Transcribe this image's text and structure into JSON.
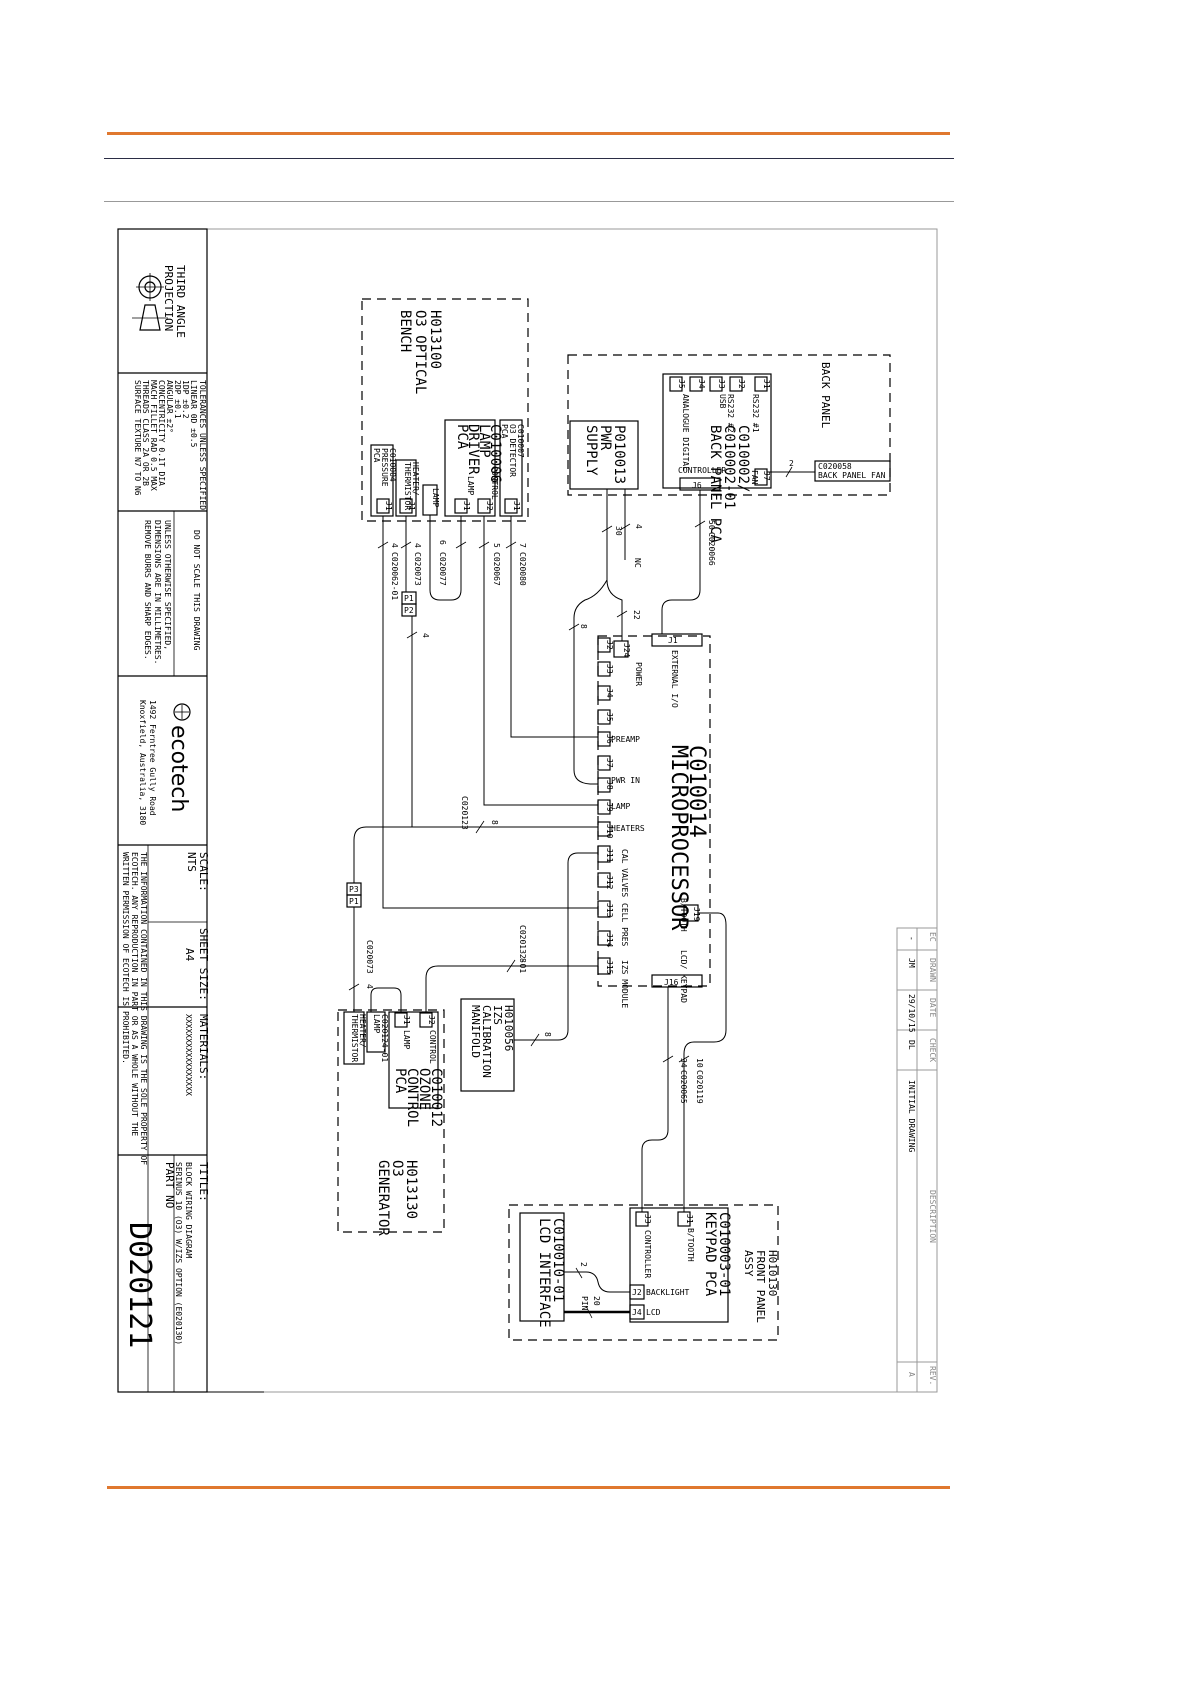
{
  "header": {
    "accent_color": "#e0782f",
    "rule_color": "#2b2d45"
  },
  "footer": {
    "accent_color": "#e0782f"
  },
  "title_block": {
    "projection": [
      "THIRD ANGLE",
      "PROJECTION"
    ],
    "tolerances": [
      "TOLERANCES UNLESS SPECIFIED",
      "LINEAR 0D ±0.5",
      "1DP ±0.2",
      "2DP ±0.1",
      "ANGULAR ±2°",
      "CONCENTRICITY 0.1T DIA",
      "MACH FILLET RAD 0.5 MAX",
      "THREADS CLASS 2A OR 2B",
      "SURFACE TEXTURE N7 TO N6"
    ],
    "do_not_scale": "DO NOT SCALE THIS DRAWING",
    "notes": [
      "UNLESS OTHERWISE SPECIFIED,",
      "DIMENSIONS ARE IN MILLIMETRES.",
      "REMOVE BURRS AND SHARP EDGES."
    ],
    "company": "ecotech",
    "address": [
      "1492 Ferntree Gully Road",
      "Knoxfield, Australia, 3180"
    ],
    "scale_label": "SCALE:",
    "scale_value": "NTS",
    "sheet_label": "SHEET SIZE:",
    "sheet_value": "A4",
    "materials_label": "MATERIALS:",
    "materials_value": "XXXXXXXXXXXXXXXXX",
    "title_label": "TITLE:",
    "title_lines": [
      "BLOCK WIRING DIAGRAM",
      "SERINUS 10 (O3) W/IZS OPTION (E020130)"
    ],
    "part_label": "PART NO",
    "part_no": "D020121",
    "confidential": [
      "THE INFORMATION CONTAINED IN THIS DRAWING IS THE SOLE PROPERTY OF",
      "ECOTECH. ANY REPRODUCTION IN PART OR AS A WHOLE WITHOUT THE",
      "WRITTEN PERMISSION OF ECOTECH IS PROHIBITED."
    ]
  },
  "revision_table": {
    "headers": [
      "EC",
      "DRAWN",
      "DATE",
      "CHECK",
      "DESCRIPTION",
      "REV."
    ],
    "row": [
      "-",
      "JM",
      "29/10/15",
      "DL",
      "INITIAL DRAWING",
      "A"
    ]
  },
  "blocks": {
    "optical_bench": [
      "H013100",
      "O3 OPTICAL",
      "BENCH"
    ],
    "detector": [
      "C010007",
      "O3 DETECTOR",
      "PCA"
    ],
    "lamp_driver": [
      "C010006",
      "LAMP",
      "DRIVER",
      "PCA"
    ],
    "pressure_pca": [
      "C010004",
      "PRESSURE",
      "PCA"
    ],
    "heater_thermistor": [
      "HEATER/",
      "THERMISTOR"
    ],
    "lamp": "LAMP",
    "psu": [
      "P010013",
      "PWR",
      "SUPPLY"
    ],
    "back_panel": "BACK PANEL",
    "back_panel_pca": [
      "C010002/",
      "C010002-01",
      "BACK PANEL PCA"
    ],
    "back_panel_fan": [
      "C020058",
      "BACK PANEL FAN"
    ],
    "microprocessor": [
      "C010014",
      "MICROPROCESSOR"
    ],
    "izs_manifold": [
      "H010056",
      "IZS",
      "CALIBRATION",
      "MANIFOLD"
    ],
    "ozone_control": [
      "C010012",
      "OZONE",
      "CONTROL",
      "PCA"
    ],
    "o3_generator": [
      "H013130",
      "O3",
      "GENERATOR"
    ],
    "gen_heater": [
      "HEATER/",
      "THERMISTOR"
    ],
    "gen_lamp": [
      "C020124-01",
      "LAMP"
    ],
    "front_panel": [
      "H010130",
      "FRONT PANEL",
      "ASSY"
    ],
    "keypad_pca": [
      "C010003-01",
      "KEYPAD PCA"
    ],
    "lcd_interface": [
      "C010010-01",
      "LCD INTERFACE"
    ]
  },
  "connectors": {
    "bp_usb": "USB",
    "bp_rs232_1": "RS232 #1",
    "bp_rs232_2": "RS232 #2",
    "bp_analogue": "ANALOGUE DIGITAL",
    "bp_controller": "CONTROLLER",
    "bp_fan": "FAN",
    "bp_j6": "J6",
    "bp_j7": "J7",
    "mp_j1": "J1",
    "mp_ext": "EXTERNAL I/O",
    "mp_j24": "J24",
    "mp_power": "POWER",
    "mp_preamp": "PREAMP",
    "mp_pwrin": "PWR IN",
    "mp_lamp": "LAMP",
    "mp_heaters": "HEATERS",
    "mp_cal": "CAL VALVES",
    "mp_cell": "CELL PRES",
    "mp_izs": "IZS MODULE",
    "mp_j19": "J19",
    "mp_btooth": "B/TOOTH",
    "mp_lcd": "LCD/ KEYPAD",
    "mp_j16": "J16",
    "j_labels": [
      "J2",
      "J3",
      "J4",
      "J5",
      "J6",
      "J7",
      "J8",
      "J9",
      "J10",
      "J11",
      "J12",
      "J13",
      "J14",
      "J15"
    ],
    "det_control": "CONTROL",
    "det_lamp": "LAMP",
    "kp_controller": "CONTROLLER",
    "kp_btooth": "B/TOOTH",
    "kp_backlight": "BACKLIGHT",
    "kp_lcd": "LCD",
    "gen_control": "CONTROL",
    "gen_lamp": "LAMP",
    "p1": "P1",
    "p2": "P2",
    "p3": "P3",
    "p1b": "P1",
    "j1": "J1",
    "j2": "J2",
    "j3": "J3",
    "j4": "J4",
    "j5": "J5"
  },
  "cables": {
    "c80": "C020080",
    "c67": "C020067",
    "c77": "C020077",
    "c73": "C020073",
    "c62": "C020062-01",
    "c66": "C020066",
    "c123": "C020123",
    "c73b": "C020073",
    "c132": "C020132-01",
    "c65": "C020065",
    "c119": "C020119",
    "n7": "7",
    "n5": "5",
    "n6": "6",
    "n4a": "4",
    "n4b": "4",
    "n4c": "4",
    "n4d": "4",
    "n30": "30",
    "n4e": "4",
    "nc": "NC",
    "n50": "50",
    "n2": "2",
    "n22": "22",
    "n8a": "8",
    "n8b": "8",
    "n8c": "8",
    "n8d": "8",
    "n34": "34",
    "n10": "10",
    "n2b": "2",
    "n20": "20",
    "pin": "PIN"
  }
}
